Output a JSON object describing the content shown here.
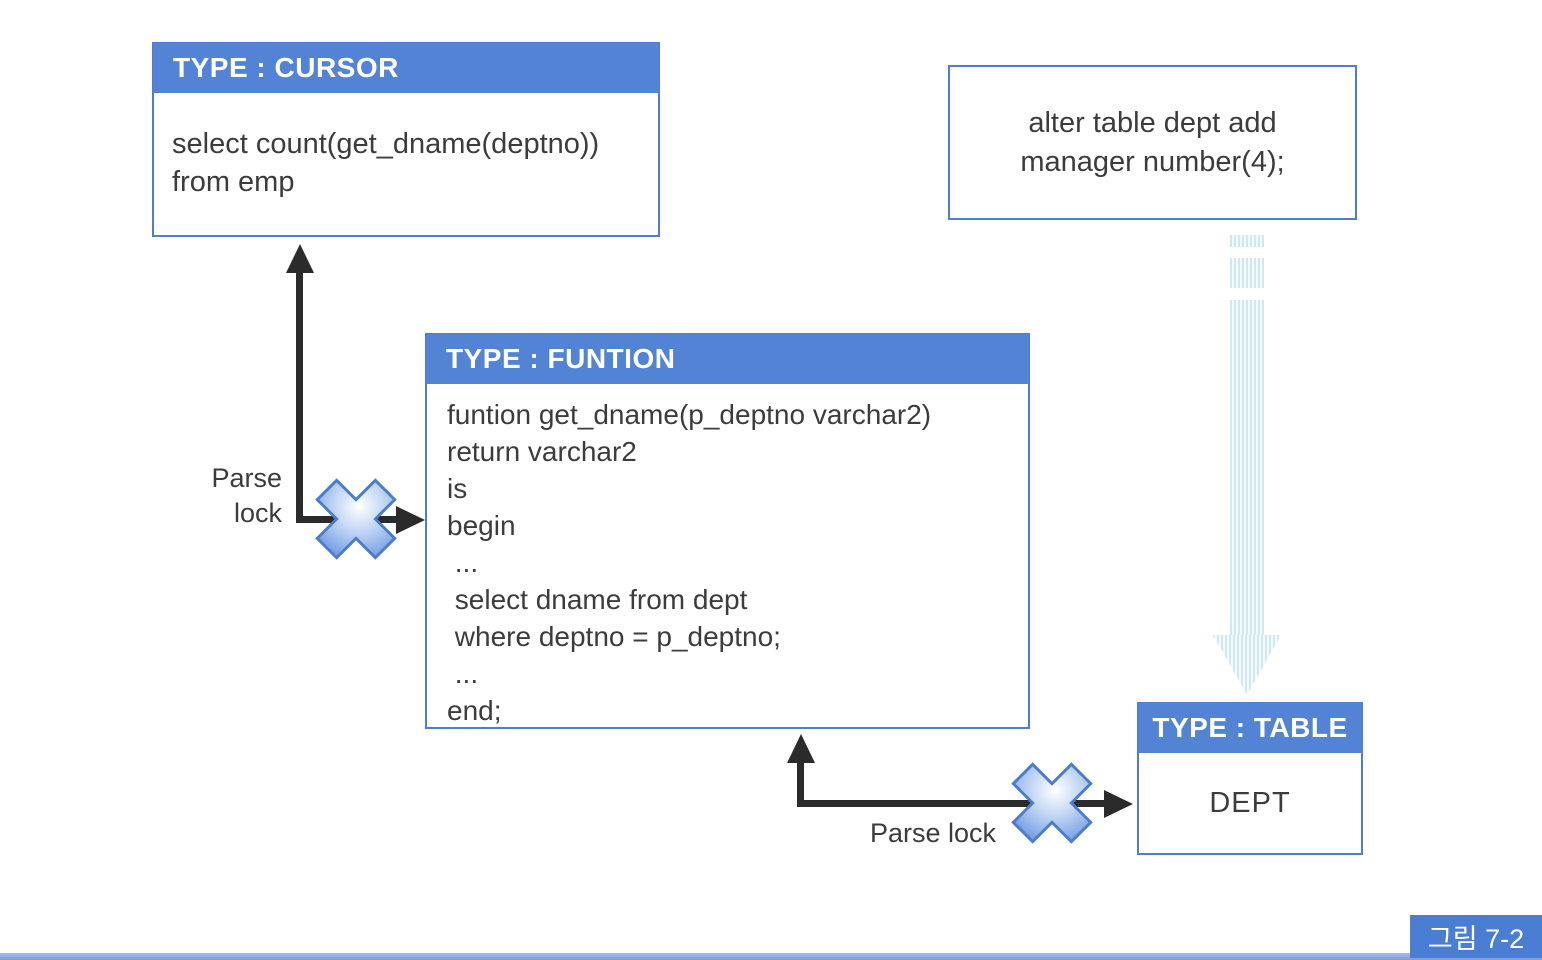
{
  "figure": {
    "caption": "그림 7-2"
  },
  "boxes": {
    "cursor": {
      "header": "TYPE : CURSOR",
      "body": "select count(get_dname(deptno))\nfrom emp"
    },
    "funtion": {
      "header": "TYPE : FUNTION",
      "body": "funtion get_dname(p_deptno varchar2)\nreturn varchar2\nis\nbegin\n ...\n select dname from dept\n where deptno = p_deptno;\n ...\nend;"
    },
    "alter_table": {
      "body": "alter table dept add\nmanager number(4);"
    },
    "table": {
      "header": "TYPE : TABLE",
      "body": "DEPT"
    }
  },
  "labels": {
    "parse_lock_left_line1": "Parse",
    "parse_lock_left_line2": "lock",
    "parse_lock_bottom": "Parse lock"
  },
  "icons": {
    "cross_icon": "blue-x-cross",
    "dotted_arrow": "light-blue-dashed-down-arrow"
  },
  "colors": {
    "header_blue": "#5283d5",
    "border_blue": "#4d7ed2",
    "badge_blue": "#4a7ed3",
    "arrow_black": "#2b2b2b",
    "dotted_arrow_fill": "#cfe8f2",
    "bottom_bar_blue": "#8aa5d8",
    "text_dark": "#3c3c3c"
  }
}
